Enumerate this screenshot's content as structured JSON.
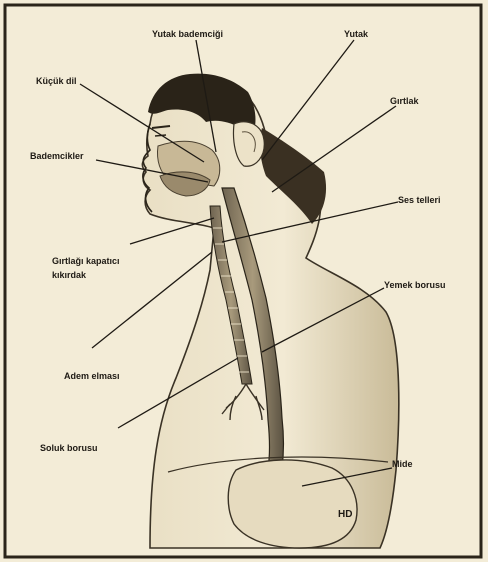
{
  "labels": {
    "yutak_bademcigi": "Yutak bademciği",
    "yutak": "Yutak",
    "kucuk_dil": "Küçük dil",
    "girtlak": "Gırtlak",
    "bademcikler": "Bademcikler",
    "ses_telleri": "Ses telleri",
    "girtlagi_kapatici_line1": "Gırtlağı kapatıcı",
    "girtlagi_kapatici_line2": "kıkırdak",
    "yemek_borusu": "Yemek borusu",
    "adem_elmasi": "Adem elması",
    "soluk_borusu": "Soluk borusu",
    "mide": "Mide",
    "signature": "HD"
  }
}
